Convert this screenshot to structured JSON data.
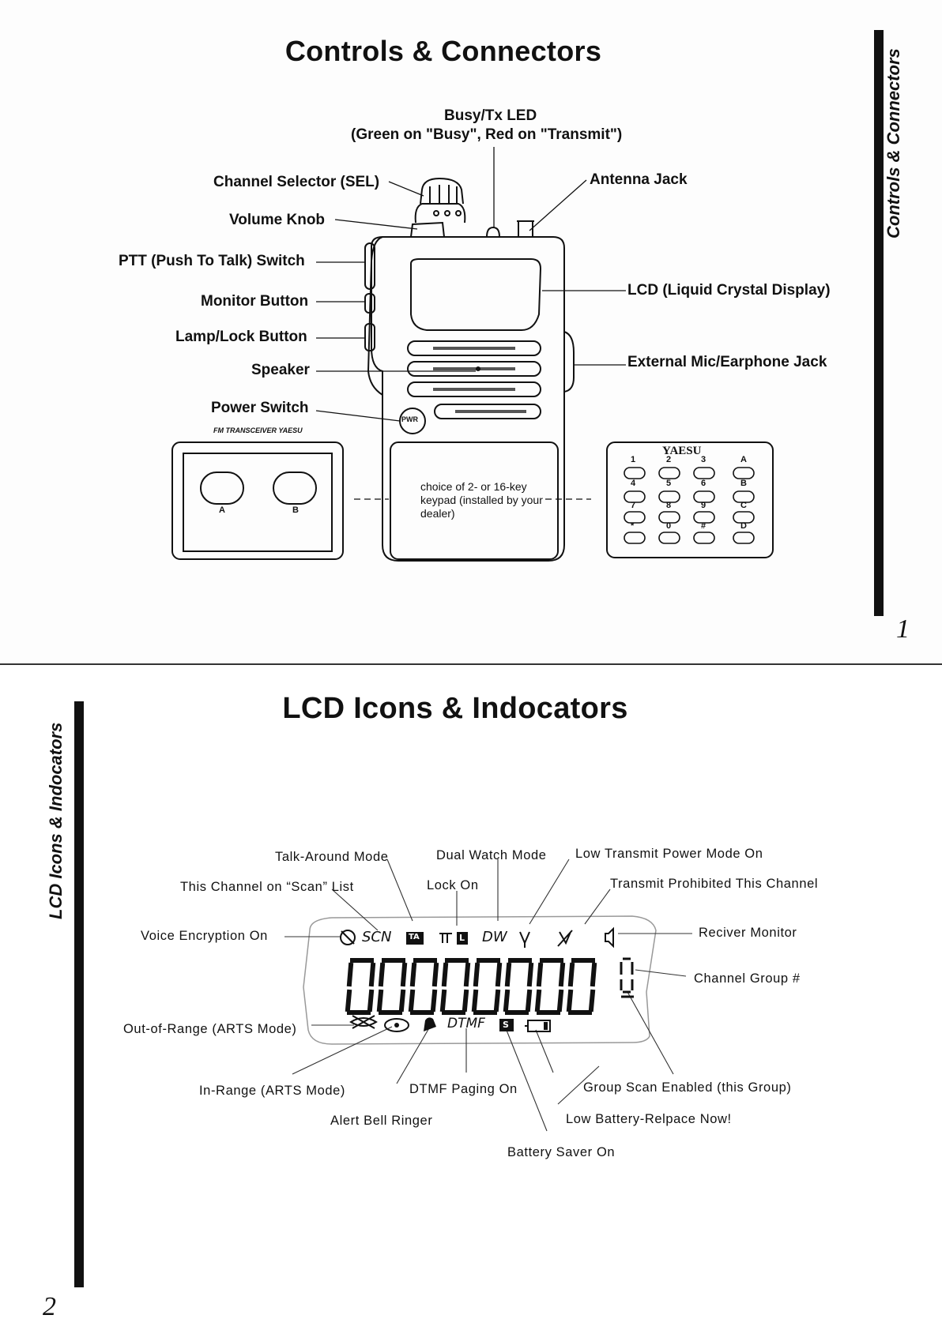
{
  "page1": {
    "title": "Controls & Connectors",
    "side_tab": "Controls & Connectors",
    "page_number": "1",
    "labels": {
      "busy_led_line1": "Busy/Tx LED",
      "busy_led_line2": "(Green on \"Busy\", Red on \"Transmit\")",
      "channel_selector": "Channel Selector (SEL)",
      "antenna_jack": "Antenna Jack",
      "volume_knob": "Volume Knob",
      "ptt_switch": "PTT (Push To Talk) Switch",
      "monitor_button": "Monitor Button",
      "lcd": "LCD (Liquid Crystal Display)",
      "lamp_lock_button": "Lamp/Lock Button",
      "speaker": "Speaker",
      "external_jack": "External Mic/Earphone Jack",
      "power_switch": "Power Switch",
      "pwr_button": "PWR",
      "keypad_note": "choice of 2- or 16-key keypad (installed by your dealer)"
    },
    "keypad2": {
      "brand": "FM TRANSCEIVER YAESU",
      "keys": [
        "A",
        "B"
      ]
    },
    "keypad16": {
      "brand": "YAESU",
      "keys": [
        "1",
        "2",
        "3",
        "A",
        "4",
        "5",
        "6",
        "B",
        "7",
        "8",
        "9",
        "C",
        "*",
        "0",
        "#",
        "D"
      ]
    }
  },
  "page2": {
    "title": "LCD Icons & Indocators",
    "side_tab": "LCD Icons & Indocators",
    "page_number": "2",
    "labels": {
      "talk_around": "Talk-Around Mode",
      "dual_watch": "Dual Watch Mode",
      "low_power": "Low Transmit Power Mode On",
      "scan_list": "This Channel on “Scan” List",
      "lock_on": "Lock On",
      "tx_prohibited": "Transmit Prohibited This Channel",
      "voice_encryption": "Voice Encryption On",
      "receiver_monitor": "Reciver Monitor",
      "channel_group": "Channel Group #",
      "out_of_range": "Out-of-Range (ARTS Mode)",
      "in_range": "In-Range (ARTS Mode)",
      "dtmf_paging": "DTMF Paging On",
      "group_scan": "Group Scan Enabled (this Group)",
      "alert_bell": "Alert Bell Ringer",
      "low_battery": "Low Battery-Relpace Now!",
      "battery_saver": "Battery Saver On"
    },
    "lcd_icons": {
      "scn": "SCN",
      "ta": "TA",
      "dw": "DW",
      "dtmf": "DTMF",
      "s": "S",
      "l": "L"
    }
  }
}
